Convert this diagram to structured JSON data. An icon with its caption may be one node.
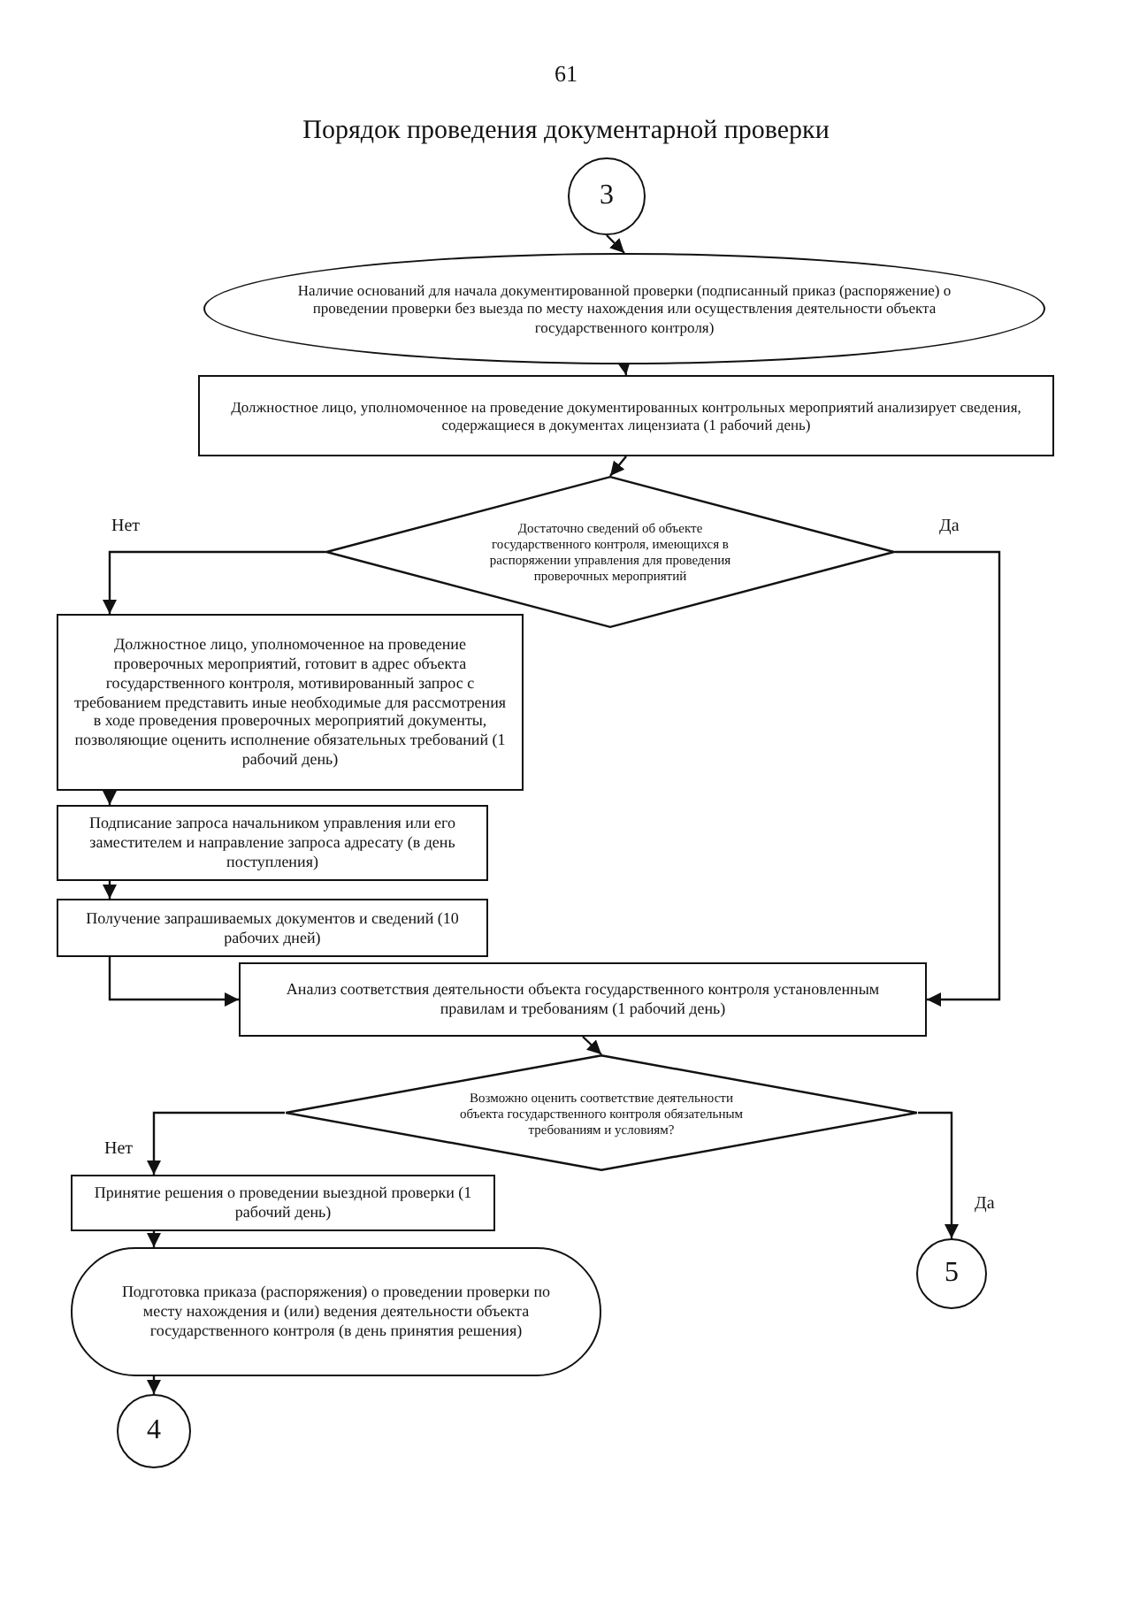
{
  "diagram": {
    "title": "Порядок проведения документарной проверки",
    "nodes": [
      {
        "text": [
          "3"
        ]
      },
      {
        "text": [
          "Наличие оснований для начала документированной проверки (подписанный приказ (распоряжение) о проведении проверки без выезда по месту нахождения или осуществления деятельности объекта государственного контроля)"
        ]
      },
      {
        "text": [
          "Должностное лицо, уполномоченное на проведение документированных контрольных мероприятий анализирует сведения, содержащиеся в документах лицензиата (1 рабочий день)"
        ]
      },
      {
        "text": [
          "Достаточно сведений об объекте государственного контроля, имеющихся в распоряжении управления для проведения проверочных мероприятий"
        ]
      },
      {
        "text": [
          "Должностное лицо, уполномоченное на проведение проверочных мероприятий, готовит в адрес объекта государственного контроля, мотивированный запрос с требованием представить иные необходимые для рассмотрения в ходе проведения проверочных мероприятий документы, позволяющие оценить исполнение обязательных требований (1 рабочий день)"
        ]
      },
      {
        "text": [
          "Подписание запроса начальником управления или его заместителем и направление запроса адресату (в день поступления)"
        ]
      },
      {
        "text": [
          "Получение запрашиваемых документов и сведений (10 рабочих дней)"
        ]
      },
      {
        "text": [
          "Анализ соответствия деятельности объекта государственного контроля установленным правилам и требованиям (1 рабочий день)"
        ]
      },
      {
        "text": [
          "Возможно оценить соответствие деятельности объекта государственного контроля обязательным требованиям и условиям?"
        ]
      },
      {
        "text": [
          "Принятие решения о проведении выездной проверки (1 рабочий день)"
        ]
      },
      {
        "text": [
          "Подготовка приказа (распоряжения) о проведении проверки по месту нахождения и (или) ведения деятельности объекта государственного контроля (в день принятия решения)"
        ]
      },
      {
        "text": [
          "4"
        ]
      },
      {
        "text": [
          "5"
        ]
      }
    ],
    "edges": [
      {
        "from": 0,
        "to": 1,
        "arrow": "to"
      },
      {
        "from": 1,
        "to": 2,
        "arrow": "to"
      },
      {
        "from": 2,
        "to": 3,
        "arrow": "to"
      },
      {
        "from": 3,
        "to": 4,
        "arrow": "to",
        "label": "Нет"
      },
      {
        "from": 3,
        "to": 7,
        "arrow": "to",
        "label": "Да"
      },
      {
        "from": 4,
        "to": 5,
        "arrow": "to"
      },
      {
        "from": 5,
        "to": 6,
        "arrow": "to"
      },
      {
        "from": 6,
        "to": 7,
        "arrow": "to"
      },
      {
        "from": 7,
        "to": 8,
        "arrow": "to"
      },
      {
        "from": 8,
        "to": 9,
        "arrow": "to",
        "label": "Нет"
      },
      {
        "from": 8,
        "to": 12,
        "arrow": "to",
        "label": "Да"
      },
      {
        "from": 9,
        "to": 10,
        "arrow": "to"
      },
      {
        "from": 10,
        "to": 11,
        "arrow": "to"
      }
    ],
    "labels": [
      "61"
    ]
  }
}
